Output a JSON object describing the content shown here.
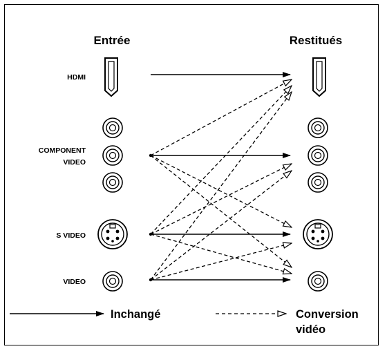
{
  "headers": {
    "input": "Entrée",
    "output": "Restitués"
  },
  "labels": {
    "hdmi": "HDMI",
    "component_line1": "COMPONENT",
    "component_line2": "VIDEO",
    "svideo": "S VIDEO",
    "video": "VIDEO"
  },
  "legend": {
    "unchanged": "Inchangé",
    "conversion_line1": "Conversion",
    "conversion_line2": "vidéo"
  },
  "colors": {
    "ink": "#000000",
    "background": "#ffffff"
  },
  "connections": [
    {
      "from": "HDMI",
      "to": "HDMI",
      "style": "unchanged"
    },
    {
      "from": "COMPONENT VIDEO",
      "to": "HDMI",
      "style": "conversion"
    },
    {
      "from": "COMPONENT VIDEO",
      "to": "COMPONENT VIDEO",
      "style": "unchanged"
    },
    {
      "from": "COMPONENT VIDEO",
      "to": "S VIDEO",
      "style": "conversion"
    },
    {
      "from": "COMPONENT VIDEO",
      "to": "VIDEO",
      "style": "conversion"
    },
    {
      "from": "S VIDEO",
      "to": "HDMI",
      "style": "conversion"
    },
    {
      "from": "S VIDEO",
      "to": "COMPONENT VIDEO",
      "style": "conversion"
    },
    {
      "from": "S VIDEO",
      "to": "S VIDEO",
      "style": "unchanged"
    },
    {
      "from": "S VIDEO",
      "to": "VIDEO",
      "style": "conversion"
    },
    {
      "from": "VIDEO",
      "to": "HDMI",
      "style": "conversion"
    },
    {
      "from": "VIDEO",
      "to": "COMPONENT VIDEO",
      "style": "conversion"
    },
    {
      "from": "VIDEO",
      "to": "S VIDEO",
      "style": "conversion"
    },
    {
      "from": "VIDEO",
      "to": "VIDEO",
      "style": "unchanged"
    }
  ]
}
